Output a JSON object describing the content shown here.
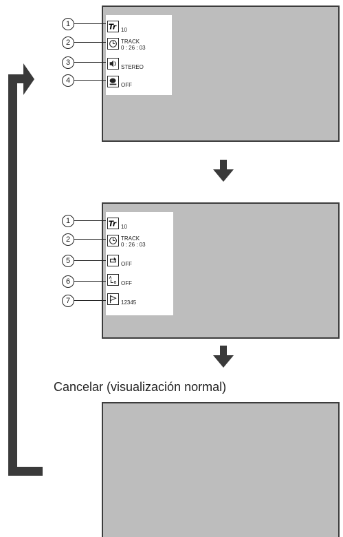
{
  "caption": "Cancelar (visualización normal)",
  "screen1": {
    "items": [
      {
        "num": "1",
        "icon": "title-icon",
        "value": "10"
      },
      {
        "num": "2",
        "icon": "clock-icon",
        "line1": "TRACK",
        "line2": "0 : 26 : 03"
      },
      {
        "num": "3",
        "icon": "speaker-icon",
        "value": "STEREO"
      },
      {
        "num": "4",
        "icon": "subtitle-icon",
        "value": "OFF"
      }
    ]
  },
  "screen2": {
    "items": [
      {
        "num": "1",
        "icon": "title-icon",
        "value": "10"
      },
      {
        "num": "2",
        "icon": "clock-icon",
        "line1": "TRACK",
        "line2": "0 : 26 : 03"
      },
      {
        "num": "5",
        "icon": "repeat-icon",
        "value": "OFF"
      },
      {
        "num": "6",
        "icon": "ab-repeat-icon",
        "value": "OFF",
        "a": "A",
        "b": "B"
      },
      {
        "num": "7",
        "icon": "marker-icon",
        "value": "12345"
      }
    ]
  },
  "colors": {
    "screen": "#bdbdbd",
    "border": "#3c3c3c",
    "arrow": "#3a3a3a"
  }
}
